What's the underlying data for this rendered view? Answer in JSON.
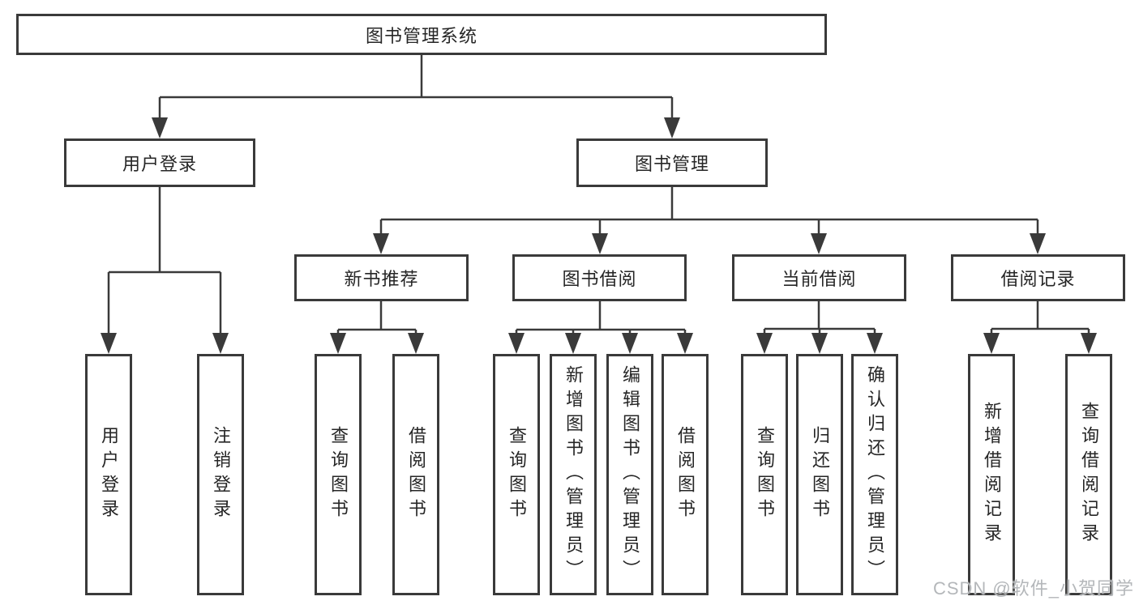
{
  "nodes": {
    "root": "图书管理系统",
    "user_login": "用户登录",
    "book_mgmt": "图书管理",
    "new_books": "新书推荐",
    "book_borrow": "图书借阅",
    "current_borrow": "当前借阅",
    "borrow_records": "借阅记录",
    "leaf_user_login": "用户登录",
    "leaf_logout": "注销登录",
    "leaf_nb_query": "查询图书",
    "leaf_nb_borrow": "借阅图书",
    "leaf_bb_query": "查询图书",
    "leaf_bb_add": "新增图书（管理员）",
    "leaf_bb_edit": "编辑图书（管理员）",
    "leaf_bb_borrow": "借阅图书",
    "leaf_cb_query": "查询图书",
    "leaf_cb_return": "归还图书",
    "leaf_cb_confirm": "确认归还（管理员）",
    "leaf_rec_add": "新增借阅记录",
    "leaf_rec_query": "查询借阅记录"
  },
  "hierarchy": {
    "root": "图书管理系统",
    "children": [
      {
        "label": "用户登录",
        "children": [
          "用户登录",
          "注销登录"
        ]
      },
      {
        "label": "图书管理",
        "children": [
          {
            "label": "新书推荐",
            "children": [
              "查询图书",
              "借阅图书"
            ]
          },
          {
            "label": "图书借阅",
            "children": [
              "查询图书",
              "新增图书（管理员）",
              "编辑图书（管理员）",
              "借阅图书"
            ]
          },
          {
            "label": "当前借阅",
            "children": [
              "查询图书",
              "归还图书",
              "确认归还（管理员）"
            ]
          },
          {
            "label": "借阅记录",
            "children": [
              "新增借阅记录",
              "查询借阅记录"
            ]
          }
        ]
      }
    ]
  },
  "watermark": "CSDN @软件_小贺同学",
  "colors": {
    "line": "#3a3a3a",
    "box_border": "#3a3a3a",
    "text": "#262626",
    "watermark": "#b4b7ba",
    "background": "#ffffff"
  }
}
